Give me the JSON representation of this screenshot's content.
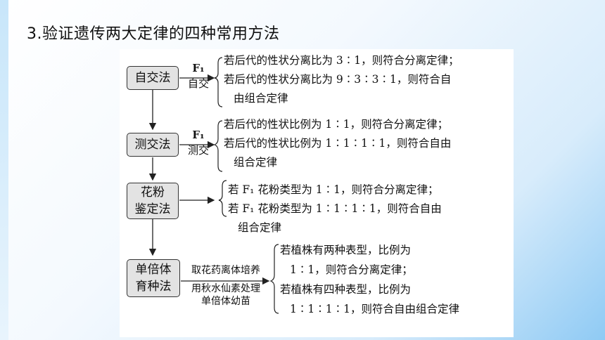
{
  "title": "3.验证遗传两大定律的四种常用方法",
  "methods": [
    {
      "name": "自交法",
      "condition_top": "F₁",
      "condition_bottom": "自交",
      "results": [
        "若后代的性状分离比为 3∶1，则符合分离定律；",
        "若后代的性状分离比为 9∶3∶3∶1，则符合自",
        "由组合定律"
      ]
    },
    {
      "name": "测交法",
      "condition_top": "F₁",
      "condition_bottom": "测交",
      "results": [
        "若后代的性状比例为 1∶1，则符合分离定律；",
        "若后代的性状比例为 1∶1∶1∶1，则符合自由",
        "组合定律"
      ]
    },
    {
      "name_line1": "花粉",
      "name_line2": "鉴定法",
      "results": [
        "若 F₁ 花粉类型为 1∶1，则符合分离定律；",
        "若 F₁ 花粉类型为 1∶1∶1∶1，则符合自由",
        "组合定律"
      ]
    },
    {
      "name_line1": "单倍体",
      "name_line2": "育种法",
      "condition_top": "取花药离体培养",
      "condition_bottom_1": "用秋水仙素处理",
      "condition_bottom_2": "单倍体幼苗",
      "results": [
        "若植株有两种表型，比例为",
        "1∶1，则符合分离定律；",
        "若植株有四种表型，比例为",
        "1∶1∶1∶1，则符合自由组合定律"
      ]
    }
  ]
}
